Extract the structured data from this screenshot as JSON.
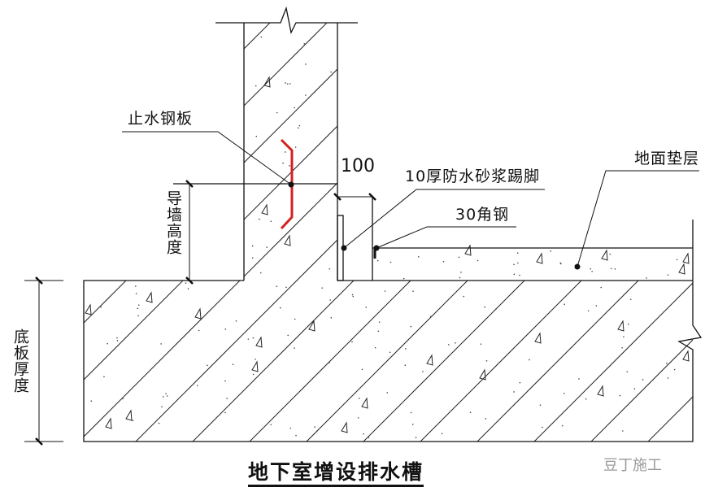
{
  "labels": {
    "waterstop_plate": "止水钢板",
    "guide_wall_height": "导墙高度",
    "slab_thickness": "底板厚度",
    "dimension_100": "100",
    "mortar_skirting": "10厚防水砂浆踢脚",
    "angle_steel": "30角钢",
    "floor_cushion": "地面垫层"
  },
  "title": "地下室增设排水槽",
  "watermark": "豆丁施工",
  "colors": {
    "line": "#111111",
    "waterstop": "#d42020"
  }
}
